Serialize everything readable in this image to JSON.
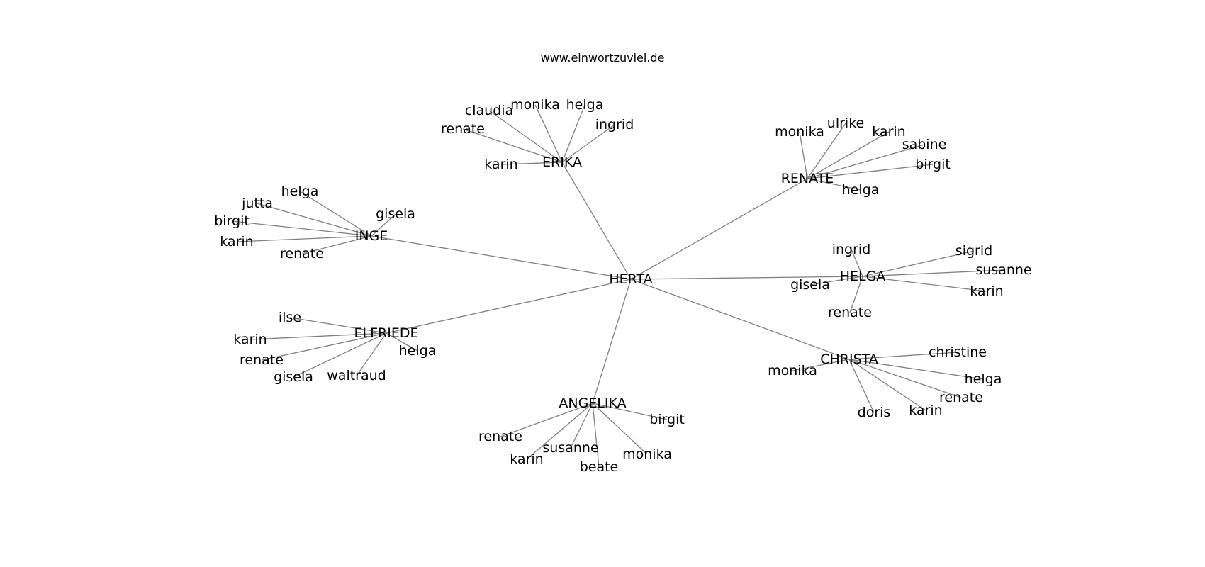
{
  "page": {
    "title": "www.einwortzuviel.de"
  },
  "colors": {
    "edge": "#808080",
    "text": "#000000",
    "background": "#ffffff"
  },
  "graph": {
    "center": "HERTA",
    "clusters": [
      {
        "name": "ERIKA",
        "children": [
          "claudia",
          "monika",
          "helga",
          "ingrid",
          "renate",
          "karin"
        ]
      },
      {
        "name": "RENATE",
        "children": [
          "monika",
          "ulrike",
          "karin",
          "sabine",
          "birgit",
          "helga"
        ]
      },
      {
        "name": "INGE",
        "children": [
          "helga",
          "jutta",
          "gisela",
          "birgit",
          "karin",
          "renate"
        ]
      },
      {
        "name": "HELGA",
        "children": [
          "ingrid",
          "sigrid",
          "susanne",
          "gisela",
          "karin",
          "renate"
        ]
      },
      {
        "name": "ELFRIEDE",
        "children": [
          "ilse",
          "karin",
          "renate",
          "helga",
          "gisela",
          "waltraud"
        ]
      },
      {
        "name": "CHRISTA",
        "children": [
          "christine",
          "monika",
          "helga",
          "renate",
          "karin",
          "doris"
        ]
      },
      {
        "name": "ANGELIKA",
        "children": [
          "birgit",
          "renate",
          "susanne",
          "karin",
          "monika",
          "beate"
        ]
      }
    ]
  }
}
